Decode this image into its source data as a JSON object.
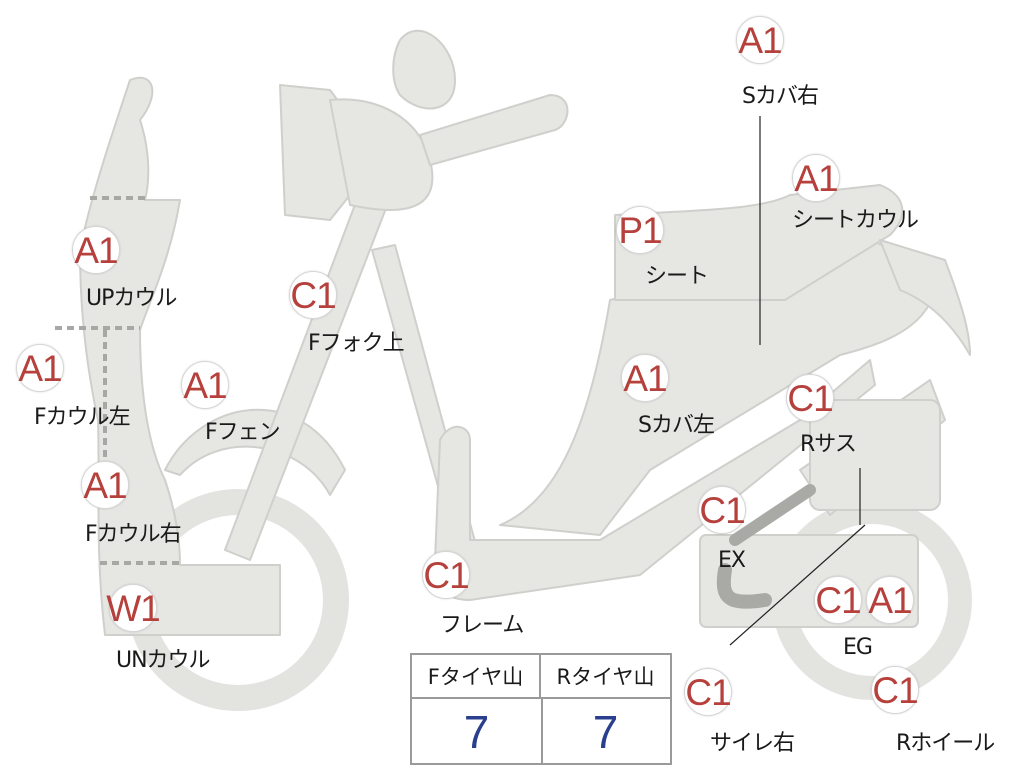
{
  "parts": [
    {
      "id": "s-cover-right",
      "grade": "A1",
      "label": "Sカバ右"
    },
    {
      "id": "seat-cowl",
      "grade": "A1",
      "label": "シートカウル"
    },
    {
      "id": "seat",
      "grade": "P1",
      "label": "シート"
    },
    {
      "id": "up-cowl",
      "grade": "A1",
      "label": "UPカウル"
    },
    {
      "id": "f-fork-upper",
      "grade": "C1",
      "label": "Fフォク上"
    },
    {
      "id": "f-cowl-left",
      "grade": "A1",
      "label": "Fカウル左"
    },
    {
      "id": "f-fender",
      "grade": "A1",
      "label": "Fフェン"
    },
    {
      "id": "s-cover-left",
      "grade": "A1",
      "label": "Sカバ左"
    },
    {
      "id": "r-suspension",
      "grade": "C1",
      "label": "Rサス"
    },
    {
      "id": "f-cowl-right",
      "grade": "A1",
      "label": "Fカウル右"
    },
    {
      "id": "exhaust",
      "grade": "C1",
      "label": "EX"
    },
    {
      "id": "un-cowl",
      "grade": "W1",
      "label": "UNカウル"
    },
    {
      "id": "frame",
      "grade": "C1",
      "label": "フレーム"
    },
    {
      "id": "engine",
      "grade": "C1",
      "label": "EG"
    },
    {
      "id": "engine-2",
      "grade": "A1",
      "label": ""
    },
    {
      "id": "silencer-right",
      "grade": "C1",
      "label": "サイレ右"
    },
    {
      "id": "r-wheel",
      "grade": "C1",
      "label": "Rホイール"
    }
  ],
  "tire_table": {
    "headers": [
      "Fタイヤ山",
      "Rタイヤ山"
    ],
    "values": [
      "7",
      "7"
    ]
  },
  "colors": {
    "grade_text": "#b5403c",
    "body_fill": "#e6e6e3",
    "body_stroke": "#cfcfcc",
    "tire_value": "#2a3f8e"
  }
}
